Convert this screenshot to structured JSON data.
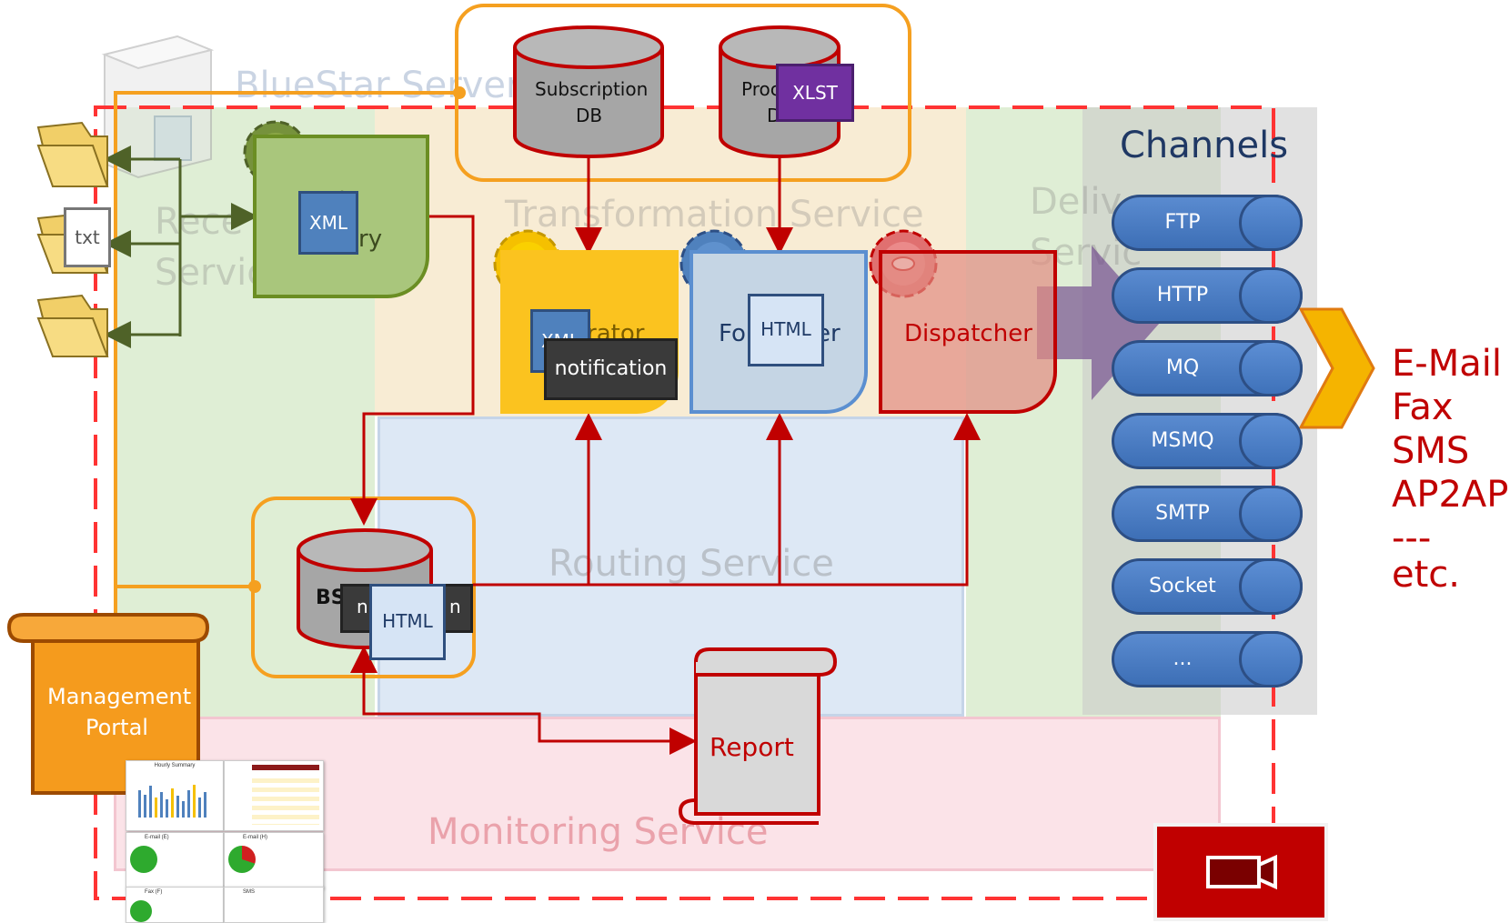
{
  "server": {
    "title": "BlueStar Server"
  },
  "services": {
    "receive": "Receive Service",
    "transformation": "Transformation Service",
    "delivery": "Delivery Service",
    "routing": "Routing Service",
    "monitoring": "Monitoring Service"
  },
  "databases": {
    "subscription_line1": "Subscription",
    "subscription_line2": "DB",
    "process_line1": "Proc",
    "process_line2": "D",
    "bs_fragment": "BS"
  },
  "components": {
    "event_factory_line1": "nt",
    "event_factory_line2": "ry",
    "generator_fragment": "rator",
    "formatter_fragment_left": "Fo",
    "formatter_fragment_right": "er",
    "dispatcher": "Dispatcher",
    "report": "Report",
    "management_portal_line1": "Management",
    "management_portal_line2": "Portal"
  },
  "docs": {
    "xml": "XML",
    "xlst": "XLST",
    "html": "HTML",
    "notification": "notification",
    "txt": "txt",
    "bs_notif_left": "n",
    "bs_notif_right": "n"
  },
  "channels": {
    "title": "Channels",
    "items": [
      "FTP",
      "HTTP",
      "MQ",
      "MSMQ",
      "SMTP",
      "Socket",
      "..."
    ]
  },
  "outputs": [
    "E-Mail",
    "Fax",
    "SMS",
    "AP2AP",
    "--- etc."
  ],
  "thumbnails": {
    "hourly_title": "Hourly Summary",
    "email_title": "E-mail (E)",
    "email_title2": "E-mail (H)",
    "fax_title": "Fax (F)",
    "sms_title": "SMS"
  },
  "colors": {
    "dashed_border": "#ff3333",
    "orange": "#f5a020",
    "red_arrow": "#c00000",
    "green_arrow": "#4f6228"
  },
  "icons": [
    "server-icon",
    "gear-icon",
    "folder-icon",
    "video-camera-icon",
    "chevron-right-icon",
    "arrow-right-icon"
  ]
}
